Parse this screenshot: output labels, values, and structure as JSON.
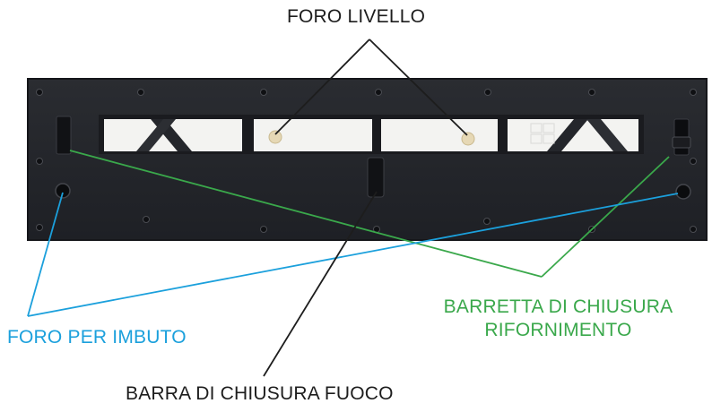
{
  "labels": {
    "level_hole": "FORO LIVELLO",
    "refill_bar_line1": "BARRETTA DI CHIUSURA",
    "refill_bar_line2": "RIFORNIMENTO",
    "funnel_hole": "FORO PER IMBUTO",
    "fire_bar": "BARRA DI CHIUSURA FUOCO"
  },
  "colors": {
    "panel": "#24262b",
    "panel_edge": "#15161a",
    "window_white": "#f3f3f1",
    "level_dot": "#e6d8b5",
    "leader_black": "#1d1d1d",
    "leader_green": "#3aa84b",
    "leader_blue": "#1ba0dc"
  }
}
